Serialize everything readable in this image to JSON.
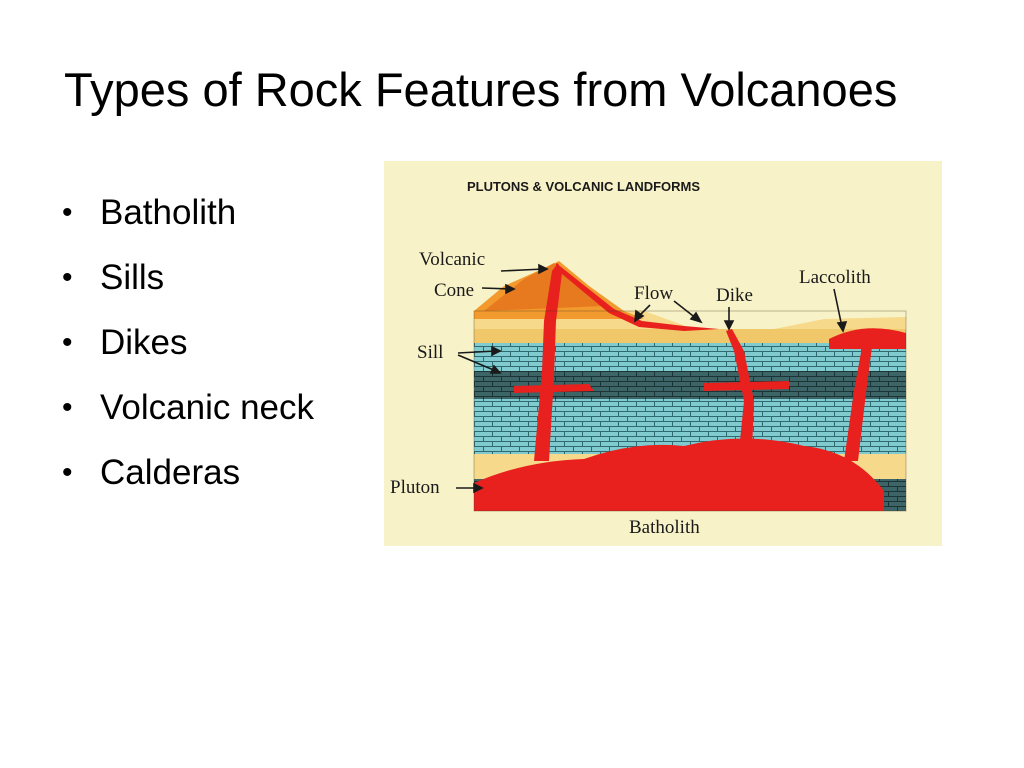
{
  "slide": {
    "title": "Types of Rock Features from Volcanoes",
    "bullet_char": "•",
    "bullets": [
      "Batholith",
      "Sills",
      "Dikes",
      "Volcanic neck",
      "Calderas"
    ]
  },
  "figure": {
    "heading": "PLUTONS & VOLCANIC LANDFORMS",
    "labels": {
      "volcanic_line1": "Volcanic",
      "volcanic_line2": "Cone",
      "flow": "Flow",
      "dike": "Dike",
      "laccolith": "Laccolith",
      "sill": "Sill",
      "pluton": "Pluton",
      "batholith": "Batholith"
    },
    "colors": {
      "background": "#f7f2c8",
      "magma": "#e8211e",
      "cone": "#f29a2e",
      "sandstone": "#f6d98a",
      "limestone": "#7fcbd0",
      "shale": "#2f4f52"
    }
  }
}
